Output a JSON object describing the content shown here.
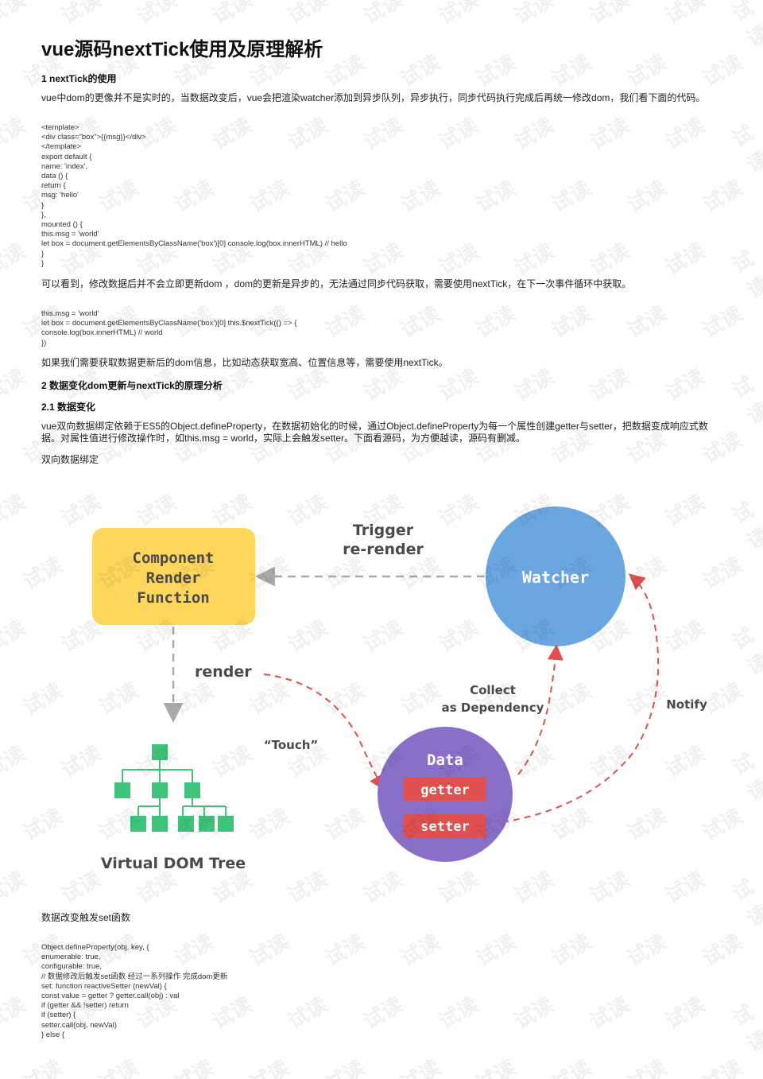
{
  "title": "vue源码nextTick使用及原理解析",
  "section1": {
    "heading": "1 nextTick的使用",
    "para": "vue中dom的更像并不是实时的，当数据改变后，vue会把渲染watcher添加到异步队列，异步执行，同步代码执行完成后再统一修改dom，我们看下面的代码。"
  },
  "code1": [
    "<template>",
    "<div class=\"box\">{{msg}}</div>",
    "</template>",
    "export default {",
    "name: 'index',",
    "data () {",
    "return {",
    "msg: 'hello'",
    "}",
    "},",
    "mounted () {",
    "this.msg = 'world'",
    "let box = document.getElementsByClassName('box')[0] console.log(box.innerHTML) // hello",
    "}",
    "}"
  ],
  "para2": "可以看到，修改数据后并不会立即更新dom ，dom的更新是异步的，无法通过同步代码获取，需要使用nextTick，在下一次事件循环中获取。",
  "code2": [
    "this.msg = 'world'",
    "let box = document.getElementsByClassName('box')[0] this.$nextTick(() => {",
    "console.log(box.innerHTML) // world",
    "})"
  ],
  "para3": "如果我们需要获取数据更新后的dom信息，比如动态获取宽高、位置信息等，需要使用nextTick。",
  "section2": {
    "heading": "2 数据变化dom更新与nextTick的原理分析",
    "sub_heading": "2.1 数据变化",
    "para": "vue双向数据绑定依赖于ES5的Object.defineProperty，在数据初始化的时候，通过Object.defineProperty为每一个属性创建getter与setter，把数据变成响应式数据。对属性值进行修改操作时，如this.msg = world，实际上会触发setter。下面看源码，为方便越读，源码有删减。",
    "caption": "双向数据绑定"
  },
  "diagram": {
    "component_lines": [
      "Component",
      "Render",
      "Function"
    ],
    "trigger_lines": [
      "Trigger",
      "re-render"
    ],
    "watcher": "Watcher",
    "render": "render",
    "collect_lines": [
      "Collect",
      "as Dependency"
    ],
    "notify": "Notify",
    "touch": "“Touch”",
    "data": "Data",
    "getter": "getter",
    "setter": "setter",
    "vdom": "Virtual DOM Tree",
    "colors": {
      "component": "#fdd65c",
      "watcher": "#6aa6e0",
      "data": "#8a6fc9",
      "chip": "#e05050",
      "tree": "#3ec47a",
      "arrow_gray": "#aaaaaa",
      "arrow_red": "#e05050"
    }
  },
  "caption2": "数据改变触发set函数",
  "code3": [
    "Object.defineProperty(obj, key, {",
    "enumerable: true,",
    "configurable: true,",
    "// 数据修改后触发set函数 经过一系列操作 完成dom更新",
    "set: function reactiveSetter (newVal) {",
    "const value = getter ? getter.call(obj) : val",
    "if (getter && !setter) return",
    "if (setter) {",
    "setter.call(obj, newVal)",
    "} else {"
  ],
  "watermark": "试读"
}
